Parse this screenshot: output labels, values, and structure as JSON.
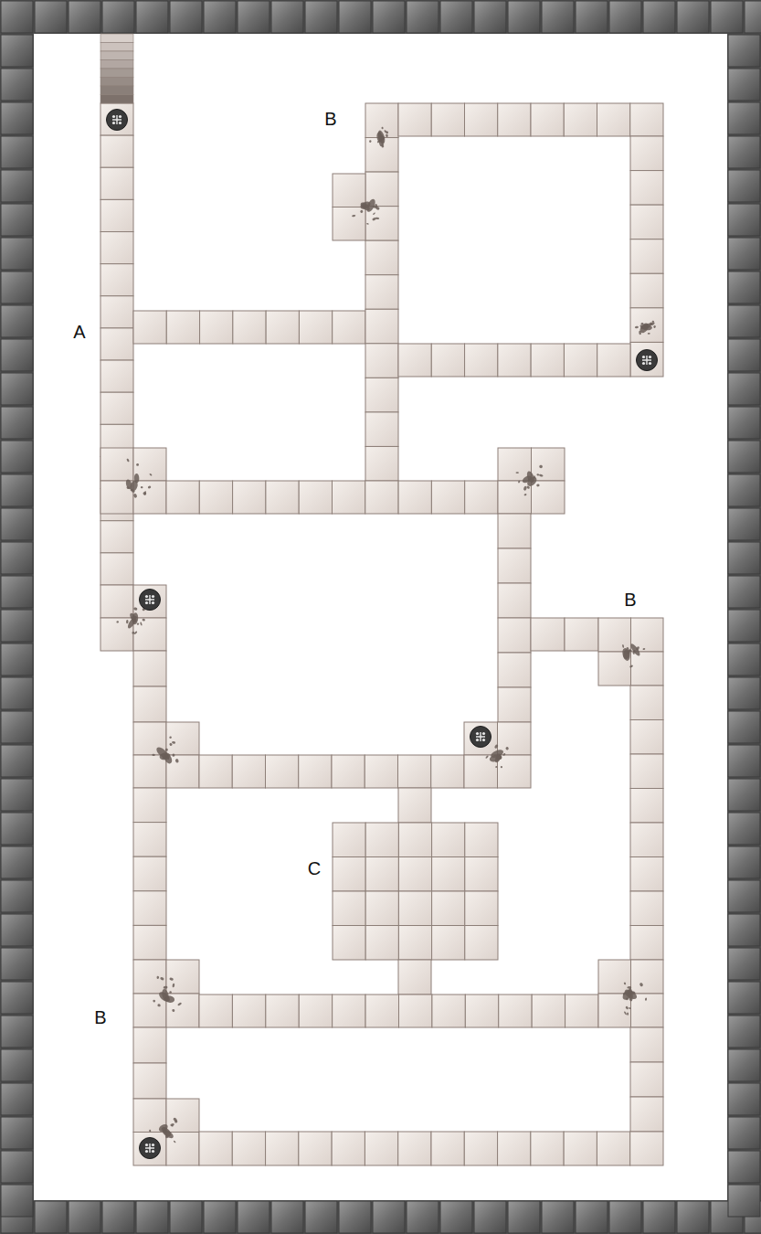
{
  "diagram": {
    "labels": [
      "B",
      "A",
      "B",
      "C",
      "B"
    ]
  }
}
